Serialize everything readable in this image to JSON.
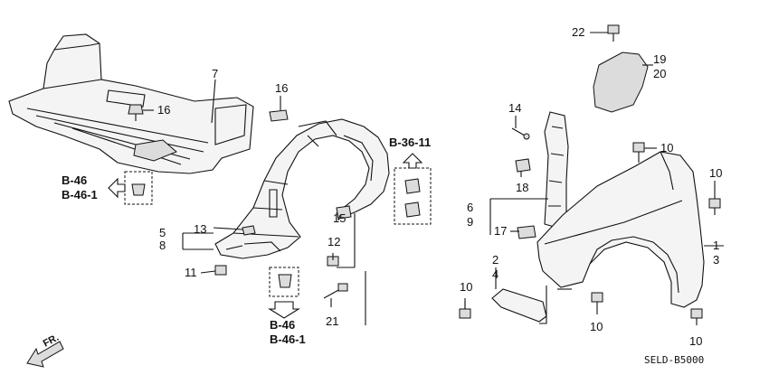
{
  "callouts": {
    "c22": "22",
    "c19": "19",
    "c20": "20",
    "c7": "7",
    "c16a": "16",
    "c16b": "16",
    "c14": "14",
    "c10a": "10",
    "c10b": "10",
    "c18": "18",
    "c6": "6",
    "c9": "9",
    "c17": "17",
    "c13": "13",
    "c5": "5",
    "c8": "8",
    "c15": "15",
    "c12": "12",
    "c11": "11",
    "c1": "1",
    "c3": "3",
    "c2": "2",
    "c4": "4",
    "c10c": "10",
    "c10d": "10",
    "c10e": "10",
    "c21": "21"
  },
  "references": {
    "left_top": "B-46",
    "left_bottom": "B-46-1",
    "top_right": "B-36-11",
    "bottom_top": "B-46",
    "bottom_bottom": "B-46-1"
  },
  "direction_label": "FR.",
  "diagram_code": "SELD-B5000"
}
